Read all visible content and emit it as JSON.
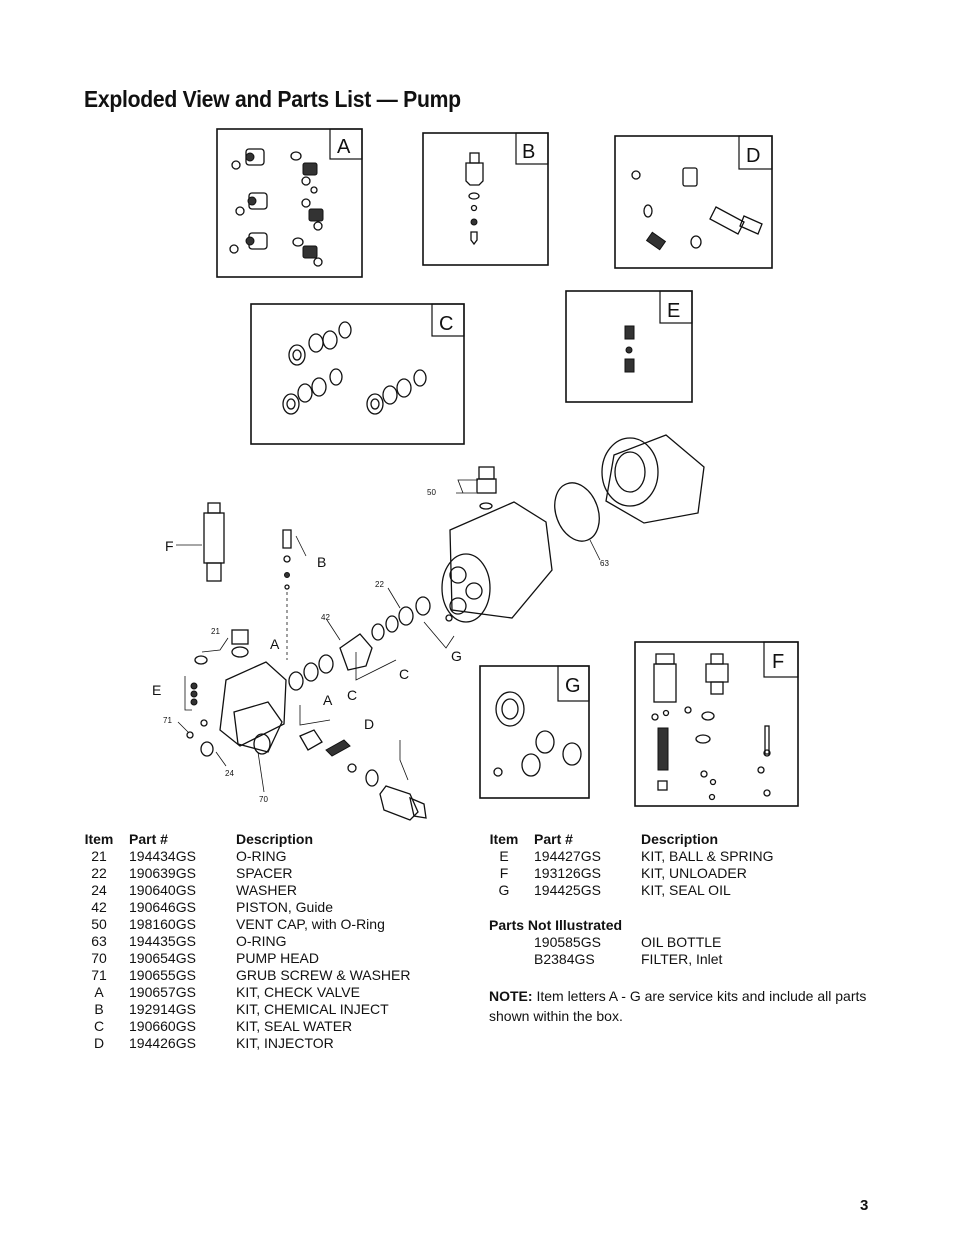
{
  "title": "Exploded View and Parts List — Pump",
  "kit_letters": [
    "A",
    "B",
    "C",
    "D",
    "E",
    "F",
    "G"
  ],
  "callouts": {
    "n21": "21",
    "n22": "22",
    "n24": "24",
    "n42": "42",
    "n50": "50",
    "n63": "63",
    "n70": "70",
    "n71": "71"
  },
  "left_table": {
    "headers": {
      "item": "Item",
      "part": "Part #",
      "description": "Description"
    },
    "rows": [
      {
        "item": "21",
        "part": "194434GS",
        "description": "O-RING"
      },
      {
        "item": "22",
        "part": "190639GS",
        "description": "SPACER"
      },
      {
        "item": "24",
        "part": "190640GS",
        "description": "WASHER"
      },
      {
        "item": "42",
        "part": "190646GS",
        "description": "PISTON, Guide"
      },
      {
        "item": "50",
        "part": "198160GS",
        "description": "VENT CAP, with O-Ring"
      },
      {
        "item": "63",
        "part": "194435GS",
        "description": "O-RING"
      },
      {
        "item": "70",
        "part": "190654GS",
        "description": "PUMP HEAD"
      },
      {
        "item": "71",
        "part": "190655GS",
        "description": "GRUB SCREW & WASHER"
      },
      {
        "item": "A",
        "part": "190657GS",
        "description": "KIT, CHECK VALVE"
      },
      {
        "item": "B",
        "part": "192914GS",
        "description": "KIT, CHEMICAL INJECT"
      },
      {
        "item": "C",
        "part": "190660GS",
        "description": "KIT, SEAL WATER"
      },
      {
        "item": "D",
        "part": "194426GS",
        "description": "KIT, INJECTOR"
      }
    ]
  },
  "right_table": {
    "headers": {
      "item": "Item",
      "part": "Part #",
      "description": "Description"
    },
    "rows": [
      {
        "item": "E",
        "part": "194427GS",
        "description": "KIT, BALL & SPRING"
      },
      {
        "item": "F",
        "part": "193126GS",
        "description": "KIT, UNLOADER"
      },
      {
        "item": "G",
        "part": "194425GS",
        "description": "KIT, SEAL OIL"
      }
    ]
  },
  "not_illustrated": {
    "heading": "Parts Not Illustrated",
    "rows": [
      {
        "part": "190585GS",
        "description": "OIL BOTTLE"
      },
      {
        "part": "B2384GS",
        "description": "FILTER, Inlet"
      }
    ]
  },
  "note": {
    "label": "NOTE:",
    "text": " Item letters A - G are service kits and include all parts shown within the box."
  },
  "page_number": "3"
}
